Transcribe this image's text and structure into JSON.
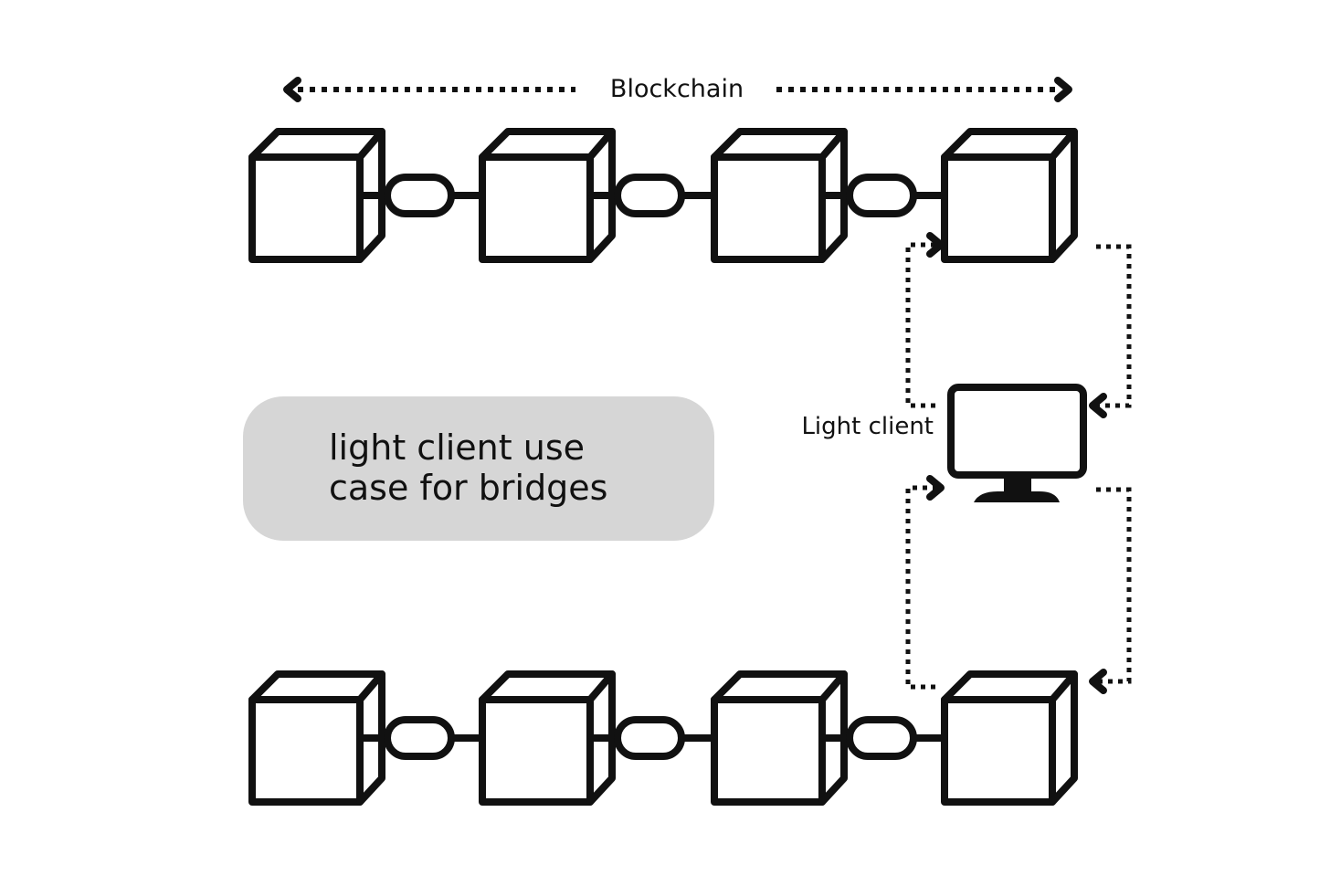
{
  "diagram": {
    "top_label": "Blockchain",
    "client_label": "Light client",
    "caption_line1": "light client use",
    "caption_line2": "case for bridges",
    "caption_bg": "#d6d6d6",
    "stroke_color": "#111111",
    "top_chain_block_count": 4,
    "bottom_chain_block_count": 4
  }
}
